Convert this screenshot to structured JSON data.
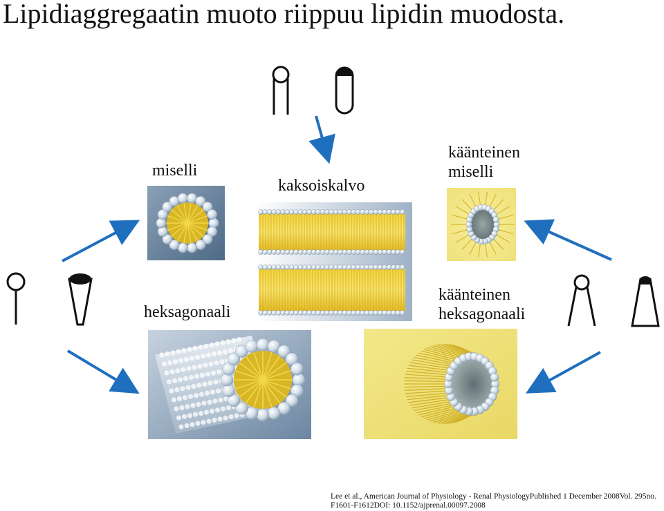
{
  "title": "Lipidiaggregaatin muoto riippuu lipidin muodosta.",
  "labels": {
    "micelle": "miselli",
    "bilayer": "kaksoiskalvo",
    "reverse_micelle_line1": "käänteinen",
    "reverse_micelle_line2": "miselli",
    "hexagonal": "heksagonaali",
    "reverse_hexagonal_line1": "käänteinen",
    "reverse_hexagonal_line2": "heksagonaali"
  },
  "citation": {
    "line1": "Lee et al., American Journal of Physiology - Renal PhysiologyPublished 1 December 2008Vol. 295no.",
    "line2": "F1601-F1612DOI: 10.1152/ajprenal.00097.2008"
  },
  "colors": {
    "arrow": "#1f6fbf",
    "lipid_tail": "#e8c21a",
    "head_group": "#dde6ef",
    "panel_blue": "#8fa3b8",
    "panel_yellow": "#efe07a"
  }
}
